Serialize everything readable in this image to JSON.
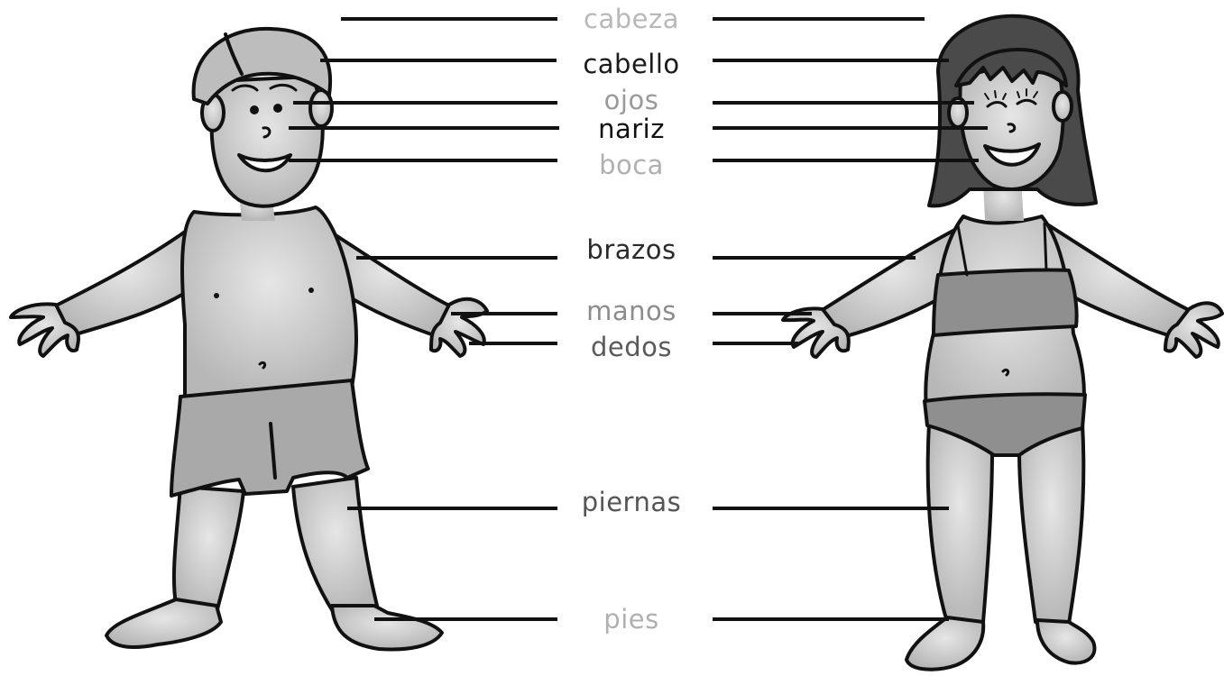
{
  "labels": [
    {
      "id": "cabeza",
      "text": "cabeza",
      "color": "#b8b8b8"
    },
    {
      "id": "cabello",
      "text": "cabello",
      "color": "#1a1a1a"
    },
    {
      "id": "ojos",
      "text": "ojos",
      "color": "#9a9a9a"
    },
    {
      "id": "nariz",
      "text": "nariz",
      "color": "#111111"
    },
    {
      "id": "boca",
      "text": "boca",
      "color": "#b0b0b0"
    },
    {
      "id": "brazos",
      "text": "brazos",
      "color": "#2a2a2a"
    },
    {
      "id": "manos",
      "text": "manos",
      "color": "#8c8c8c"
    },
    {
      "id": "dedos",
      "text": "dedos",
      "color": "#5a5a5a"
    },
    {
      "id": "piernas",
      "text": "piernas",
      "color": "#555555"
    },
    {
      "id": "pies",
      "text": "pies",
      "color": "#b0b0b0"
    }
  ],
  "figures": [
    {
      "id": "boy",
      "skin": "#c9c9c9",
      "hair": "#bdbdbd",
      "clothes": "#a9a9a9"
    },
    {
      "id": "girl",
      "skin": "#c9c9c9",
      "hair": "#4a4a4a",
      "clothes": "#8f8f8f"
    }
  ],
  "line_color": "#111111"
}
